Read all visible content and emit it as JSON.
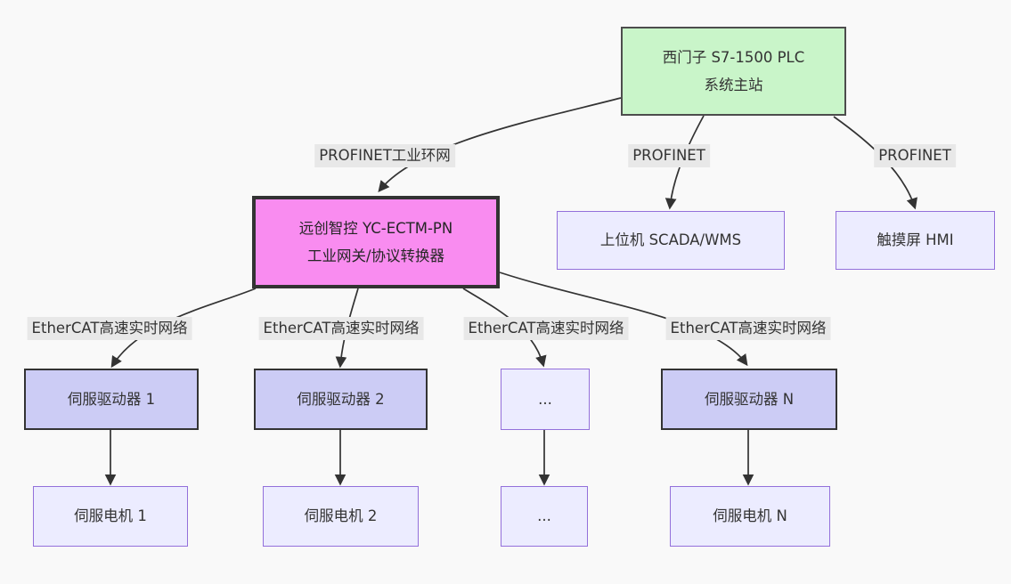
{
  "colors": {
    "canvas-bg": "#f9f9f9",
    "edge-line": "#333333",
    "edge-label-bg": "#e8e8e8",
    "edge-label-text": "#333333",
    "node-text": "#333333",
    "plc-fill": "#c9f5c9",
    "plc-stroke": "#4d4d4d",
    "gateway-fill": "#f98cf0",
    "gateway-stroke": "#333333",
    "device-fill": "#ececff",
    "device-stroke": "#9370db",
    "drive-fill": "#ccccf5",
    "drive-stroke": "#333333"
  },
  "nodes": {
    "plc": {
      "line1": "西门子 S7-1500 PLC",
      "line2": "系统主站"
    },
    "gateway": {
      "line1": "远创智控 YC-ECTM-PN",
      "line2": "工业网关/协议转换器"
    },
    "scada": {
      "label": "上位机 SCADA/WMS"
    },
    "hmi": {
      "label": "触摸屏 HMI"
    },
    "drive1": {
      "label": "伺服驱动器 1"
    },
    "drive2": {
      "label": "伺服驱动器 2"
    },
    "drive_dots": {
      "label": "..."
    },
    "driveN": {
      "label": "伺服驱动器 N"
    },
    "motor1": {
      "label": "伺服电机 1"
    },
    "motor2": {
      "label": "伺服电机 2"
    },
    "motor_dots": {
      "label": "..."
    },
    "motorN": {
      "label": "伺服电机 N"
    }
  },
  "edge_labels": {
    "profinet_ring": "PROFINET工业环网",
    "profinet_scada": "PROFINET",
    "profinet_hmi": "PROFINET",
    "ethercat_1": "EtherCAT高速实时网络",
    "ethercat_2": "EtherCAT高速实时网络",
    "ethercat_3": "EtherCAT高速实时网络",
    "ethercat_4": "EtherCAT高速实时网络"
  }
}
